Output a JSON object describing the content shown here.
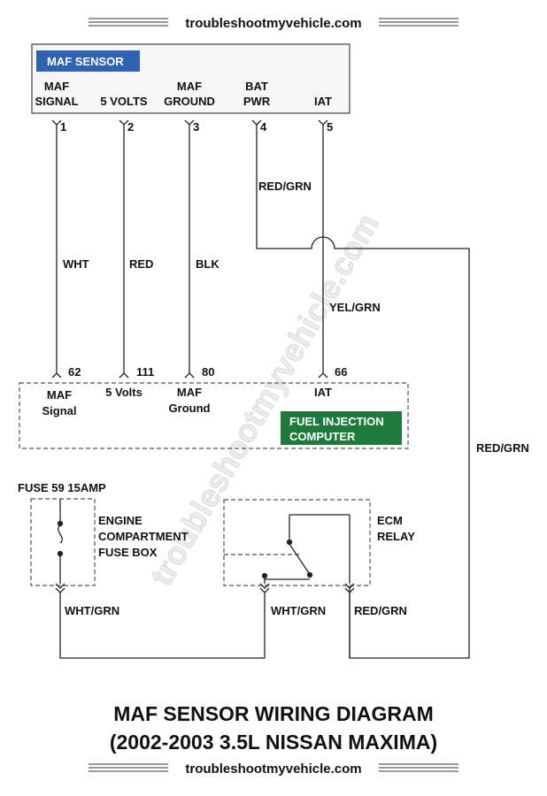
{
  "site": {
    "header": "troubleshootmyvehicle.com",
    "footer": "troubleshootmyvehicle.com",
    "watermark": "troubleshootmyvehicle.com"
  },
  "maf_sensor": {
    "badge": "MAF SENSOR",
    "badge_color": "#2f62b0",
    "pins": [
      {
        "label1": "MAF",
        "label2": "SIGNAL",
        "num": "1"
      },
      {
        "label1": "",
        "label2": "5 VOLTS",
        "num": "2"
      },
      {
        "label1": "MAF",
        "label2": "GROUND",
        "num": "3"
      },
      {
        "label1": "BAT",
        "label2": "PWR",
        "num": "4"
      },
      {
        "label1": "",
        "label2": "IAT",
        "num": "5"
      }
    ]
  },
  "wires": {
    "w1": "WHT",
    "w2": "RED",
    "w3": "BLK",
    "w4": "RED/GRN",
    "w5": "YEL/GRN",
    "bat_right": "RED/GRN"
  },
  "ecm": {
    "badge1": "FUEL INJECTION",
    "badge2": "COMPUTER",
    "badge_color": "#1e7a3c",
    "pins": [
      {
        "num": "62",
        "label1": "MAF",
        "label2": "Signal"
      },
      {
        "num": "111",
        "label1": "5 Volts",
        "label2": ""
      },
      {
        "num": "80",
        "label1": "MAF",
        "label2": "Ground"
      },
      {
        "num": "66",
        "label1": "IAT",
        "label2": ""
      }
    ]
  },
  "fuse": {
    "title": "FUSE 59 15AMP",
    "box1": "ENGINE",
    "box2": "COMPARTMENT",
    "box3": "FUSE BOX"
  },
  "relay": {
    "line1": "ECM",
    "line2": "RELAY"
  },
  "bottom_wires": {
    "left": "WHT/GRN",
    "mid": "WHT/GRN",
    "right": "RED/GRN"
  },
  "title": {
    "line1": "MAF SENSOR WIRING DIAGRAM",
    "line2": "(2002-2003 3.5L NISSAN MAXIMA)"
  }
}
